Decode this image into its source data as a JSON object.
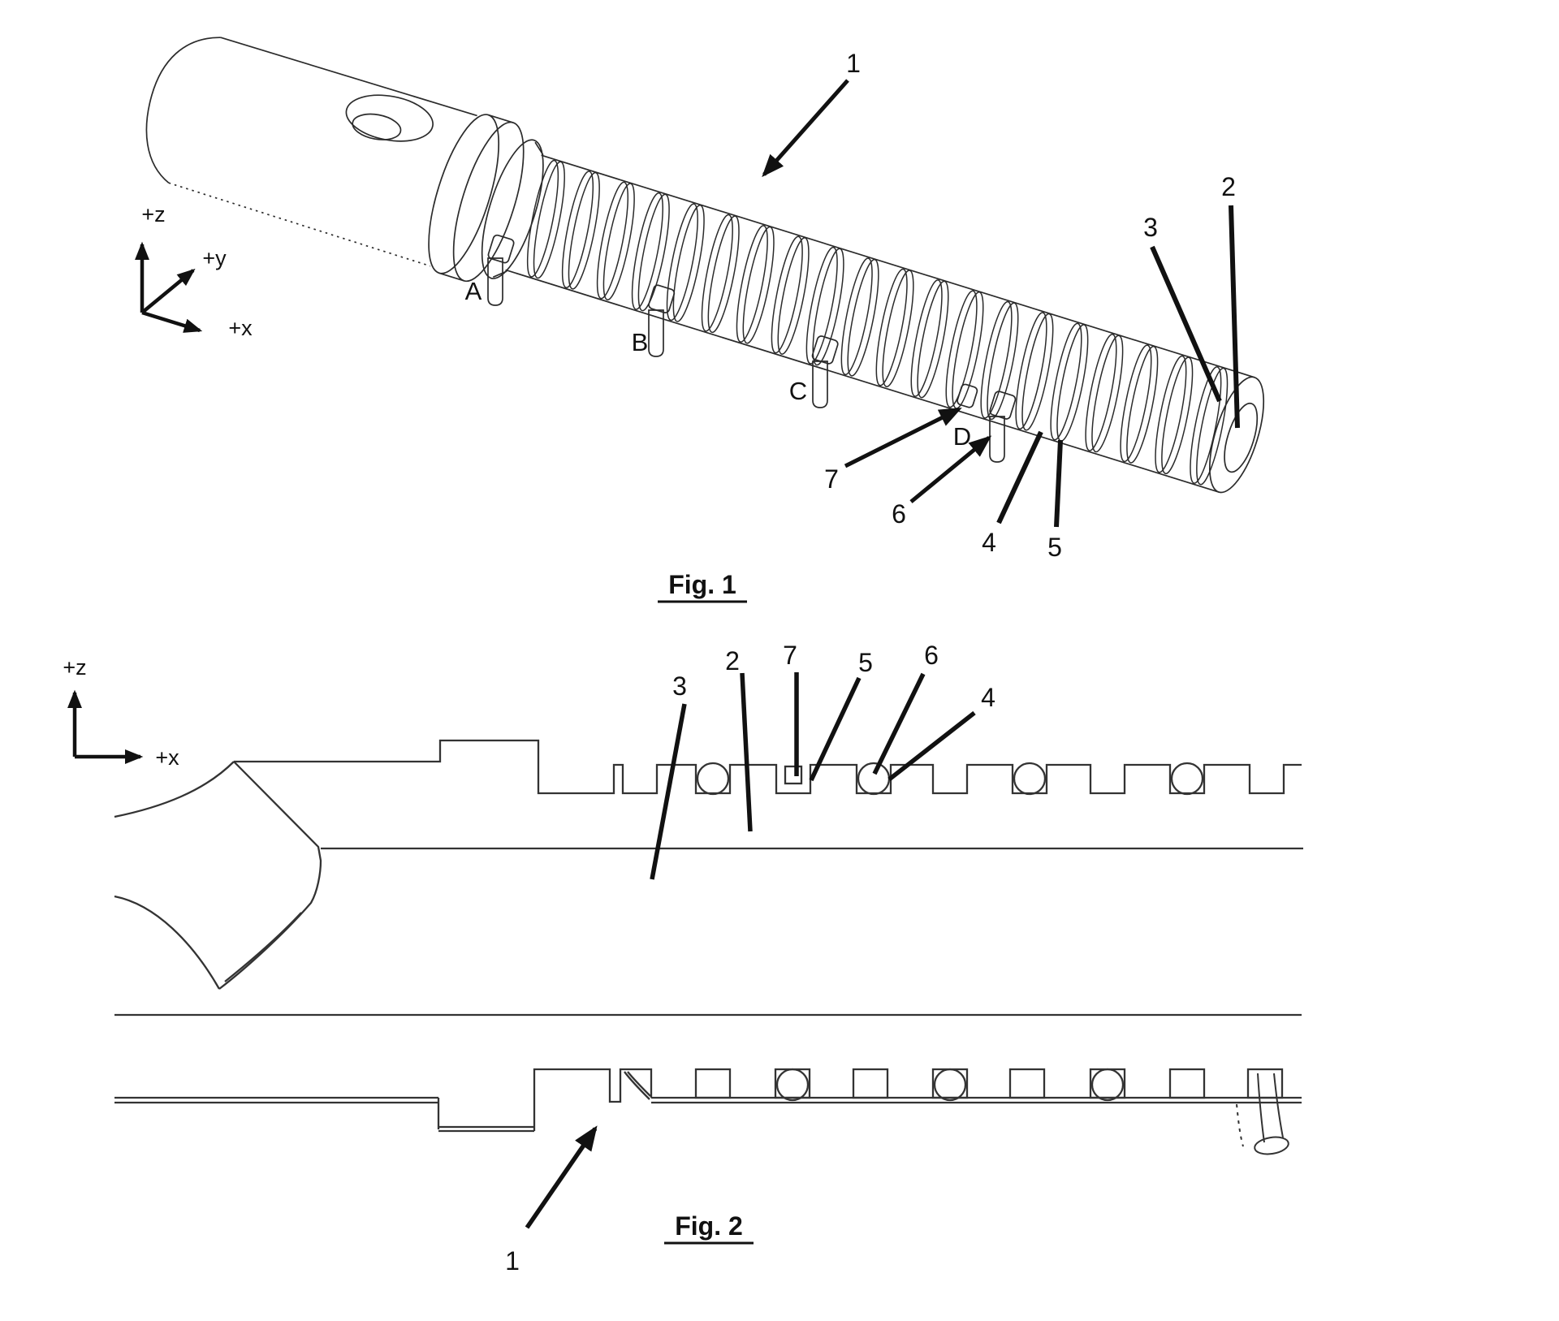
{
  "fig1": {
    "caption": "Fig. 1",
    "axis_labels": {
      "z": "+z",
      "y": "+y",
      "x": "+x"
    },
    "ref_numbers": {
      "n1": "1",
      "n2": "2",
      "n3": "3",
      "n4": "4",
      "n5": "5",
      "n6": "6",
      "n7": "7"
    },
    "electrode_labels": {
      "a": "A",
      "b": "B",
      "c": "C",
      "d": "D"
    }
  },
  "fig2": {
    "caption": "Fig. 2",
    "axis_labels": {
      "z": "+z",
      "x": "+x"
    },
    "ref_numbers": {
      "n1": "1",
      "n2": "2",
      "n3": "3",
      "n4": "4",
      "n5": "5",
      "n6": "6",
      "n7": "7"
    }
  }
}
